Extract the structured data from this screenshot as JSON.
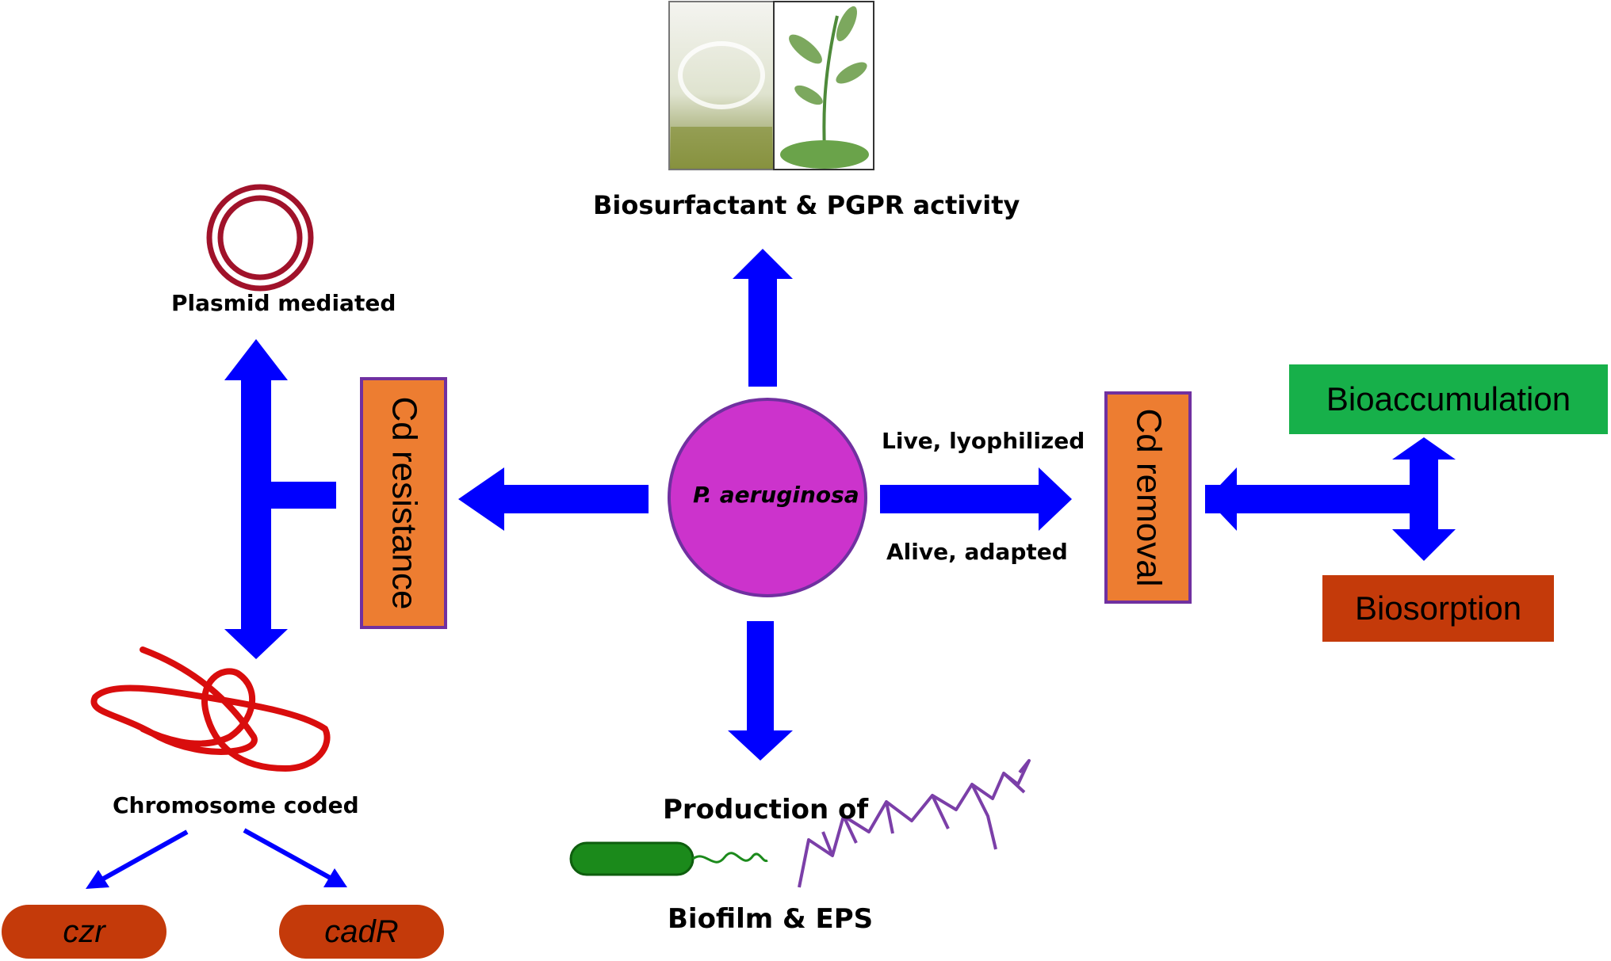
{
  "center": {
    "label": "P. aeruginosa",
    "color": "#cc33cc"
  },
  "top": {
    "caption": "Biosurfactant & PGPR activity"
  },
  "left": {
    "box_label": "Cd resistance",
    "plasmid_label": "Plasmid mediated",
    "chromosome_label": "Chromosome coded",
    "genes": [
      "czr",
      "cadR"
    ]
  },
  "right": {
    "box_label": "Cd removal",
    "arrow_label_top": "Live, lyophilized",
    "arrow_label_bottom": "Alive, adapted",
    "bioaccumulation": "Bioaccumulation",
    "biosorption": "Biosorption"
  },
  "bottom": {
    "production_label": "Production of",
    "biofilm_label": "Biofilm & EPS"
  },
  "colors": {
    "arrow": "#0000ff",
    "box_orange": "#ed7d31",
    "box_border": "#7030a0",
    "bioaccumulation": "#17b04a",
    "biosorption": "#c43a0a",
    "plasmid": "#a0122a",
    "chromosome": "#d90d0d",
    "bacterium": "#1b8a1b",
    "eps": "#7b3fa8"
  }
}
